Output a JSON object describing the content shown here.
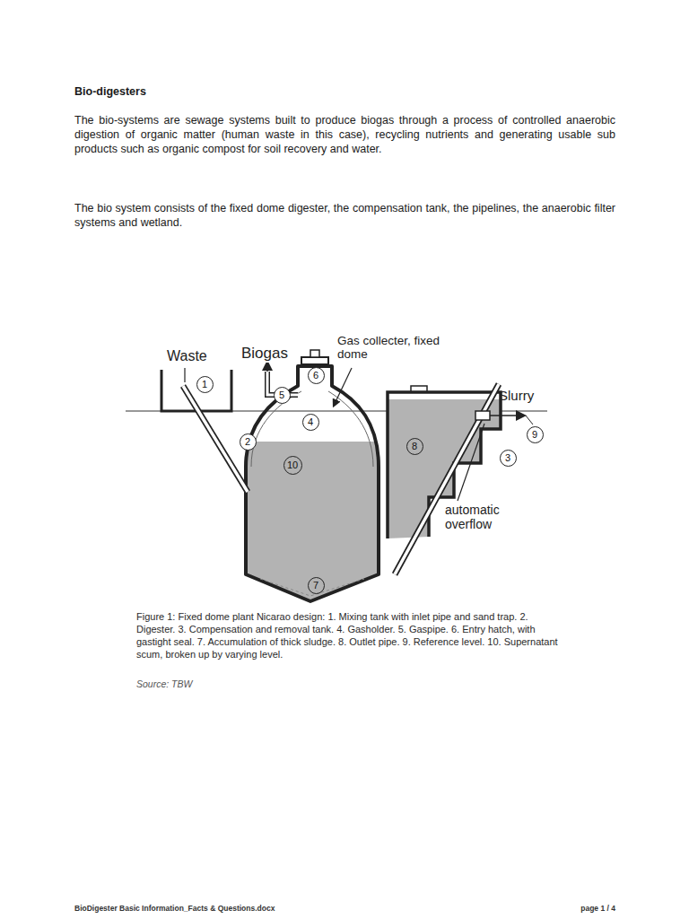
{
  "diagram": {
    "title": "Bio-digesters",
    "caption": "Figure 1: Fixed dome plant Nicarao design: 1. Mixing tank with inlet pipe and sand trap. 2. Digester. 3. Compensation and removal tank. 4. Gasholder. 5. Gaspipe. 6. Entry hatch, with gastight seal. 7. Accumulation of thick sludge. 8. Outlet pipe. 9. Reference level. 10. Supernatant scum, broken up by varying level.",
    "nodes": [
      {
        "text": [
          "1"
        ]
      },
      {
        "text": [
          "2"
        ]
      },
      {
        "text": [
          "3"
        ]
      },
      {
        "text": [
          "4"
        ]
      },
      {
        "text": [
          "5"
        ]
      },
      {
        "text": [
          "6"
        ]
      },
      {
        "text": [
          "7"
        ]
      },
      {
        "text": [
          "8"
        ]
      },
      {
        "text": [
          "9"
        ]
      },
      {
        "text": [
          "10"
        ]
      }
    ],
    "labels": [
      "The bio-systems are sewage systems built to produce biogas through a process of controlled anaerobic digestion of organic matter (human waste in this case), recycling nutrients and generating usable sub products such as organic compost for soil recovery and water.",
      "The bio system consists of the fixed dome digester, the compensation tank, the pipelines, the anaerobic filter systems and wetland.",
      "Waste",
      "Biogas",
      "Gas collecter, fixed dome",
      "Slurry",
      "automatic overflow",
      "Source: TBW",
      "BioDigester Basic Information_Facts & Questions.docx",
      "page 1 / 4"
    ]
  }
}
